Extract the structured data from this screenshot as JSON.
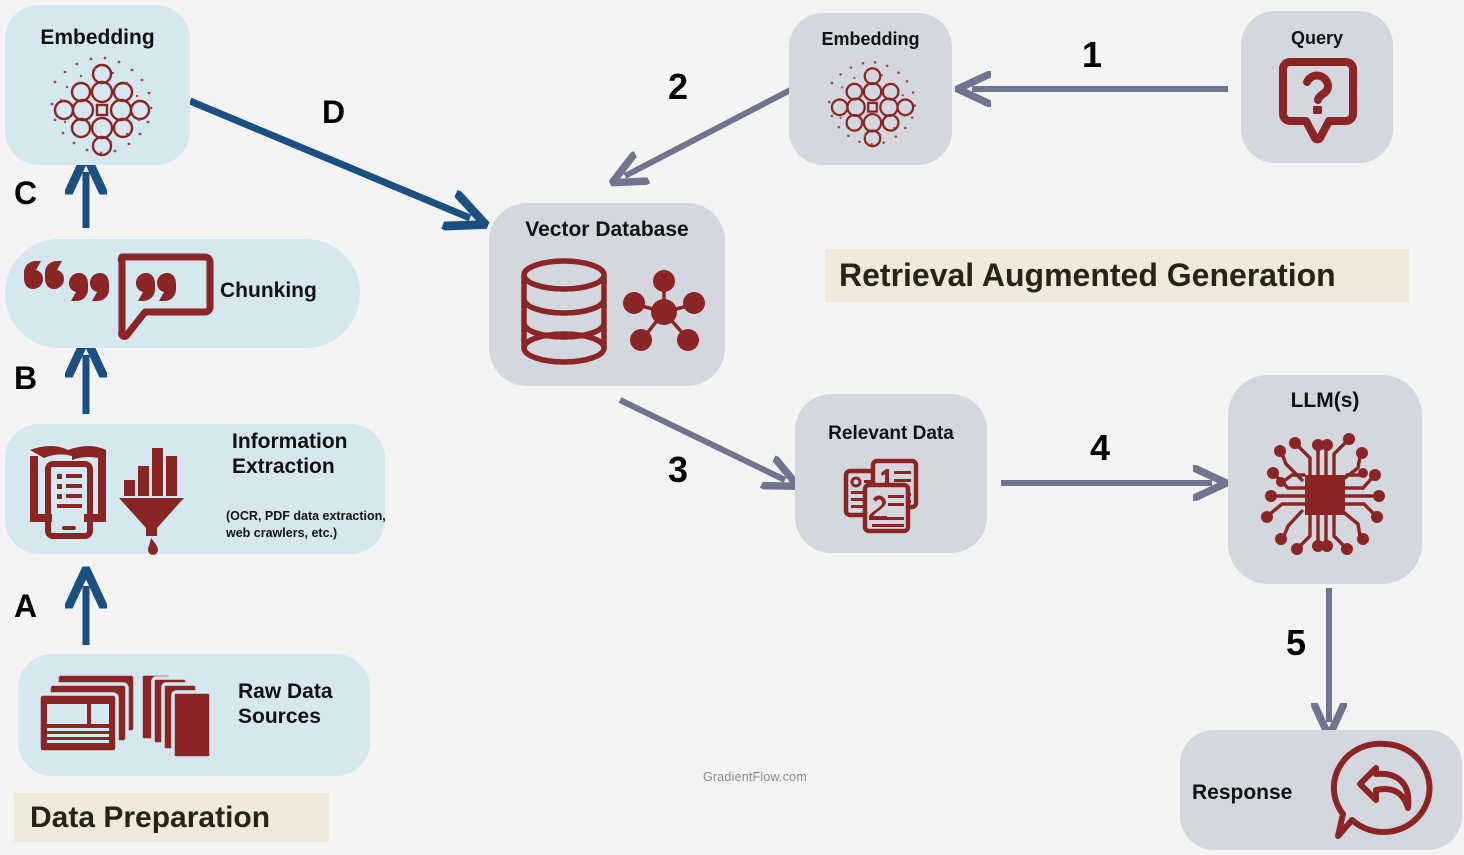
{
  "diagram": {
    "title_banner": "Retrieval Augmented Generation",
    "section_banner": "Data Preparation",
    "watermark": "GradientFlow.com",
    "colors": {
      "background": "#f4f4f4",
      "node_blue": "#d5e8f0",
      "node_grey": "#d5d7de",
      "icon_red": "#8b2525",
      "arrow_blue": "#1b4f82",
      "arrow_grey": "#70748f",
      "banner_bg": "#f0eada",
      "banner_text": "#272318",
      "label_text": "#111111"
    }
  },
  "nodes": {
    "embedding_left": {
      "label": "Embedding",
      "icon": "neural-network-icon",
      "style": "blue"
    },
    "chunking": {
      "label": "Chunking",
      "icon": "quote-bubble-icon",
      "style": "blue"
    },
    "information_extraction": {
      "label": "Information\nExtraction",
      "note": "(OCR, PDF data extraction,\nweb crawlers, etc.)",
      "icon": "scanner-funnel-icon",
      "style": "blue"
    },
    "raw_data_sources": {
      "label": "Raw Data\nSources",
      "icon": "documents-stack-icon",
      "style": "blue"
    },
    "vector_database": {
      "label": "Vector Database",
      "icon": "database-graph-icon",
      "style": "grey"
    },
    "embedding_right": {
      "label": "Embedding",
      "icon": "neural-network-icon",
      "style": "grey"
    },
    "query": {
      "label": "Query",
      "icon": "question-bubble-icon",
      "style": "grey"
    },
    "relevant_data": {
      "label": "Relevant Data",
      "icon": "ranked-documents-icon",
      "style": "grey"
    },
    "llm": {
      "label": "LLM(s)",
      "icon": "chip-icon",
      "style": "grey"
    },
    "response": {
      "label": "Response",
      "icon": "reply-bubble-icon",
      "style": "grey"
    }
  },
  "edges": {
    "a": {
      "label": "A",
      "from": "raw_data_sources",
      "to": "information_extraction",
      "color": "blue"
    },
    "b": {
      "label": "B",
      "from": "information_extraction",
      "to": "chunking",
      "color": "blue"
    },
    "c": {
      "label": "C",
      "from": "chunking",
      "to": "embedding_left",
      "color": "blue"
    },
    "d": {
      "label": "D",
      "from": "embedding_left",
      "to": "vector_database",
      "color": "blue"
    },
    "one": {
      "label": "1",
      "from": "query",
      "to": "embedding_right",
      "color": "grey"
    },
    "two": {
      "label": "2",
      "from": "embedding_right",
      "to": "vector_database",
      "color": "grey"
    },
    "three": {
      "label": "3",
      "from": "vector_database",
      "to": "relevant_data",
      "color": "grey"
    },
    "four": {
      "label": "4",
      "from": "relevant_data",
      "to": "llm",
      "color": "grey"
    },
    "five": {
      "label": "5",
      "from": "llm",
      "to": "response",
      "color": "grey"
    }
  }
}
